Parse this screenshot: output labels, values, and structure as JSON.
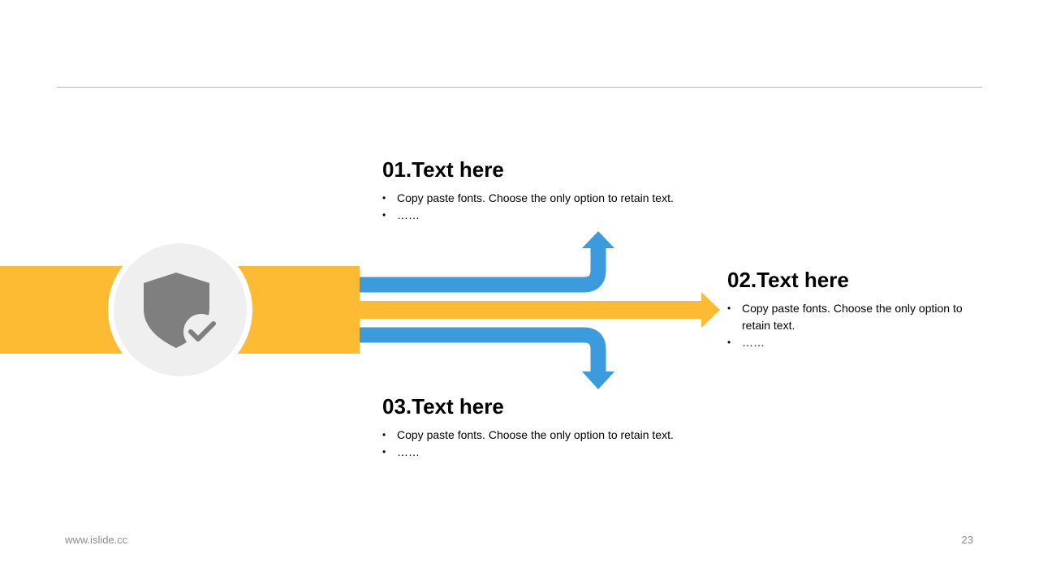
{
  "colors": {
    "accent_yellow": "#FDBA33",
    "accent_blue": "#3B9BDC",
    "icon_gray": "#7F7F7F",
    "circle_bg": "#EFEFEF",
    "rule": "#B8B8B8"
  },
  "diagram": {
    "center_icon": "shield-check-icon"
  },
  "items": [
    {
      "title": "01.Text here",
      "bullets": [
        "Copy paste fonts. Choose the only option to retain text.",
        "……"
      ]
    },
    {
      "title": "02.Text here",
      "bullets": [
        "Copy paste fonts. Choose the only option to retain text.",
        "……"
      ]
    },
    {
      "title": "03.Text here",
      "bullets": [
        "Copy paste fonts. Choose the only option to retain text.",
        "……"
      ]
    }
  ],
  "footer": {
    "url": "www.islide.cc",
    "page_number": "23"
  }
}
